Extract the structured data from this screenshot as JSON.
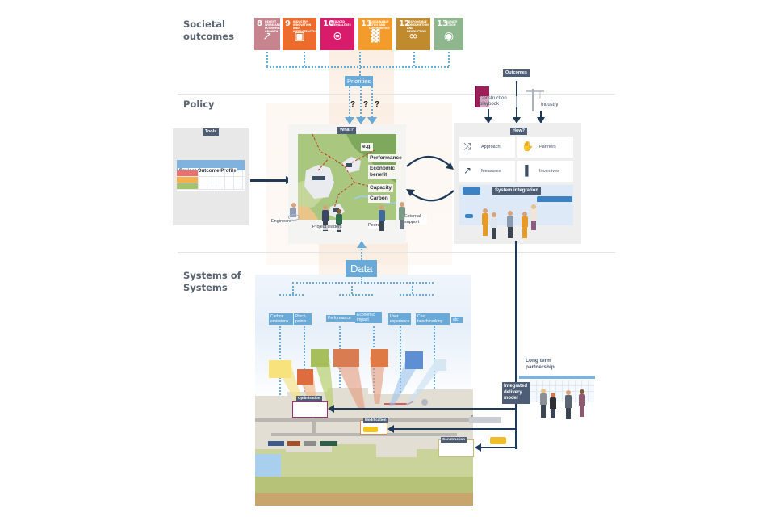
{
  "sections": {
    "societal": "Societal\noutcomes",
    "societal_line1": "Societal",
    "societal_line2": "outcomes",
    "policy": "Policy",
    "systems_line1": "Systems of",
    "systems_line2": "Systems"
  },
  "sdgs": [
    {
      "number": "8",
      "label": "Decent work and economic growth",
      "color": "#c7848e",
      "icon": "growth-chart-icon"
    },
    {
      "number": "9",
      "label": "Industry innovation and infrastructure",
      "color": "#ec6b2d",
      "icon": "cubes-icon"
    },
    {
      "number": "10",
      "label": "Reduced inequalities",
      "color": "#d81b6b",
      "icon": "equals-circle-icon"
    },
    {
      "number": "11",
      "label": "Sustainable cities and communities",
      "color": "#f39b2b",
      "icon": "city-buildings-icon"
    },
    {
      "number": "12",
      "label": "Responsible consumption and production",
      "color": "#c08a2f",
      "icon": "infinity-icon"
    },
    {
      "number": "13",
      "label": "Climate action",
      "color": "#8fb78e",
      "icon": "eye-globe-icon"
    }
  ],
  "priorities": {
    "label": "Priorities",
    "questions": [
      "?",
      "?",
      "?"
    ]
  },
  "outcomes": {
    "label": "Outcomes",
    "construction_playbook": "Construction playbook",
    "industry": "Industry"
  },
  "tools": {
    "label": "Tools",
    "profile_title": "Project Outcome Profile",
    "rating_colors": [
      "#e87070",
      "#f5b04d",
      "#a6c46e"
    ]
  },
  "what": {
    "label": "What?",
    "eg": "e.g.",
    "criteria": [
      "Performance",
      "Economic benefit",
      "Capacity",
      "Carbon"
    ],
    "people": [
      "Engineers",
      "Project leaders",
      "Peers",
      "External support"
    ]
  },
  "how": {
    "label": "How?",
    "cards": [
      {
        "label": "Approach",
        "icon": "approach-arrows-icon"
      },
      {
        "label": "Partners",
        "icon": "handshake-icon"
      },
      {
        "label": "Measures",
        "icon": "line-graph-icon"
      },
      {
        "label": "Incentives",
        "icon": "incentive-bars-icon"
      }
    ],
    "system_integration": "System integration"
  },
  "data": {
    "label": "Data",
    "items": [
      "Carbon emissions",
      "Pinch points",
      "Performance",
      "Economic impact",
      "User experience",
      "Cost benchmarking",
      "etc"
    ]
  },
  "stages": {
    "optimisation": "Optimisation",
    "modification": "Modification",
    "construction": "Construction"
  },
  "delivery": {
    "integrated_delivery_model": "Integrated delivery model",
    "long_term_partnership": "Long term partnership"
  },
  "colors": {
    "navy": "#1f3a57",
    "tag_dark": "#4d5d75",
    "data_blue": "#6aaad9",
    "beam": "#f8e1cd"
  }
}
